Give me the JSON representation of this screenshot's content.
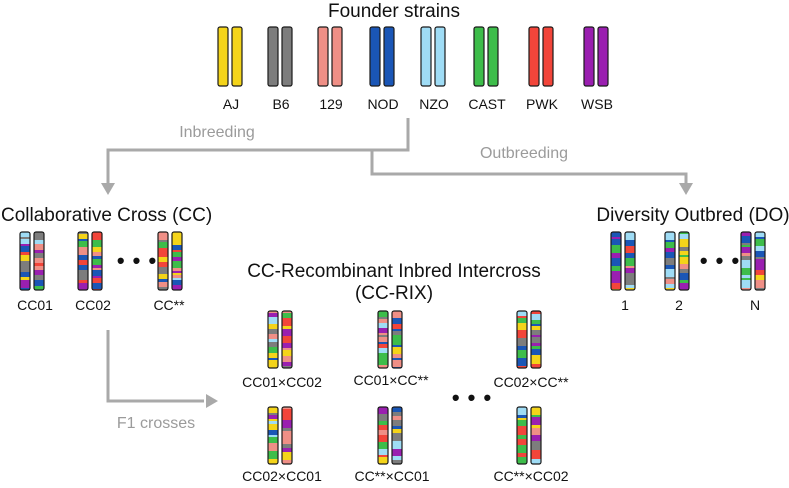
{
  "title": "Founder strains",
  "founders": [
    {
      "name": "AJ",
      "color": "#f4d41a"
    },
    {
      "name": "B6",
      "color": "#7d7d7d"
    },
    {
      "name": "129",
      "color": "#ef8f86"
    },
    {
      "name": "NOD",
      "color": "#1a56b6"
    },
    {
      "name": "NZO",
      "color": "#9fdcf5"
    },
    {
      "name": "CAST",
      "color": "#3dbd4a"
    },
    {
      "name": "PWK",
      "color": "#f2453a"
    },
    {
      "name": "WSB",
      "color": "#9a1fb0"
    }
  ],
  "arrows": {
    "inbreeding": "Inbreeding",
    "outbreeding": "Outbreeding",
    "f1": "F1 crosses"
  },
  "cc": {
    "title": "Collaborative Cross (CC)",
    "labels": [
      "CC01",
      "CC02",
      "CC**"
    ]
  },
  "do": {
    "title": "Diversity Outbred (DO)",
    "labels": [
      "1",
      "2",
      "N"
    ]
  },
  "rix": {
    "title_line1": "CC-Recombinant Inbred Intercross",
    "title_line2": "(CC-RIX)",
    "labels": [
      "CC01×CC02",
      "CC01×CC**",
      "CC02×CC**",
      "CC02×CC01",
      "CC**×CC01",
      "CC**×CC02"
    ]
  },
  "ellipsis": "• • •",
  "arrow_color": "#a9a9a9"
}
